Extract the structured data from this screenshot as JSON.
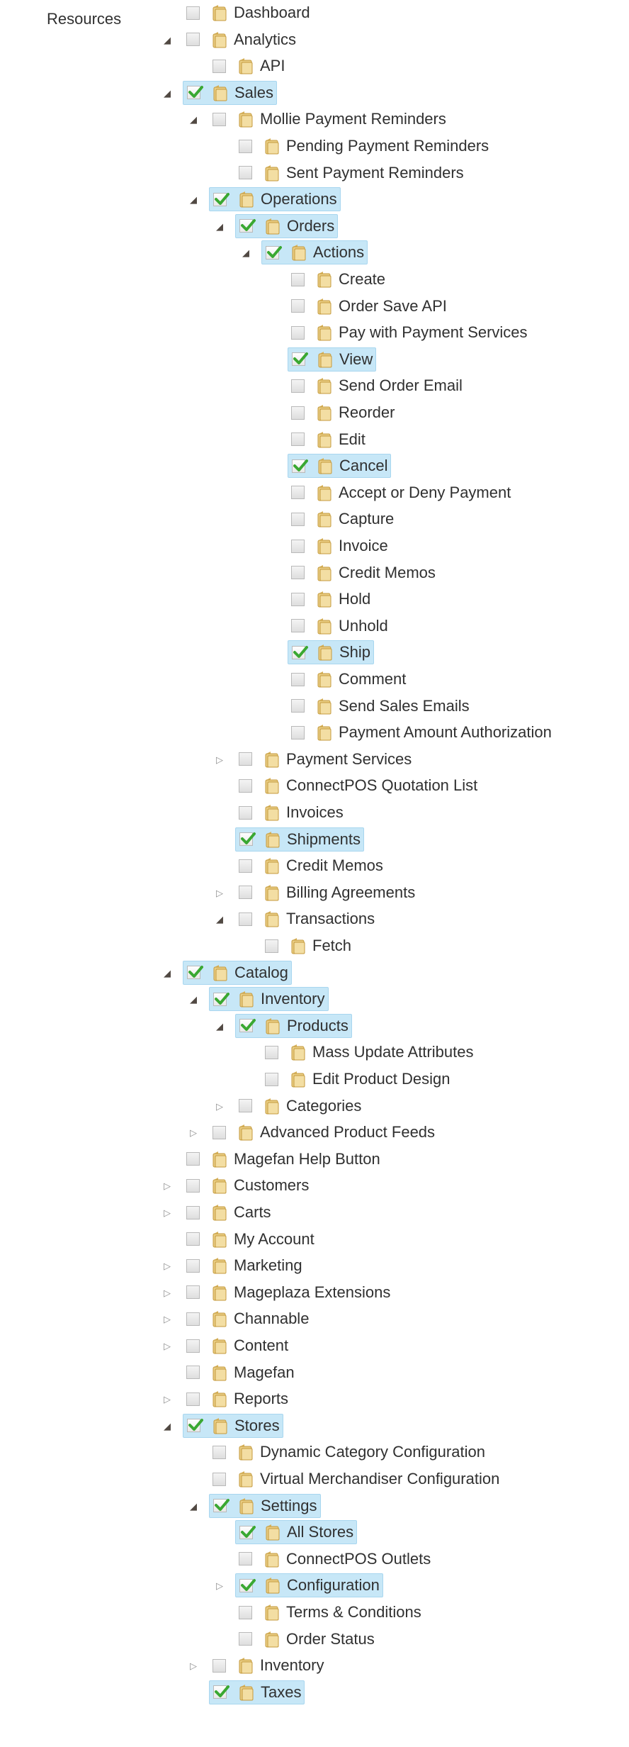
{
  "resources_label": "Resources",
  "tree": [
    {
      "label": "Dashboard",
      "depth": 0,
      "toggle": "none",
      "checked": false
    },
    {
      "label": "Analytics",
      "depth": 0,
      "toggle": "open",
      "checked": false
    },
    {
      "label": "API",
      "depth": 1,
      "toggle": "none",
      "checked": false
    },
    {
      "label": "Sales",
      "depth": 0,
      "toggle": "open",
      "checked": true
    },
    {
      "label": "Mollie Payment Reminders",
      "depth": 1,
      "toggle": "open",
      "checked": false
    },
    {
      "label": "Pending Payment Reminders",
      "depth": 2,
      "toggle": "none",
      "checked": false
    },
    {
      "label": "Sent Payment Reminders",
      "depth": 2,
      "toggle": "none",
      "checked": false
    },
    {
      "label": "Operations",
      "depth": 1,
      "toggle": "open",
      "checked": true
    },
    {
      "label": "Orders",
      "depth": 2,
      "toggle": "open",
      "checked": true
    },
    {
      "label": "Actions",
      "depth": 3,
      "toggle": "open",
      "checked": true
    },
    {
      "label": "Create",
      "depth": 4,
      "toggle": "none",
      "checked": false
    },
    {
      "label": "Order Save API",
      "depth": 4,
      "toggle": "none",
      "checked": false
    },
    {
      "label": "Pay with Payment Services",
      "depth": 4,
      "toggle": "none",
      "checked": false
    },
    {
      "label": "View",
      "depth": 4,
      "toggle": "none",
      "checked": true
    },
    {
      "label": "Send Order Email",
      "depth": 4,
      "toggle": "none",
      "checked": false
    },
    {
      "label": "Reorder",
      "depth": 4,
      "toggle": "none",
      "checked": false
    },
    {
      "label": "Edit",
      "depth": 4,
      "toggle": "none",
      "checked": false
    },
    {
      "label": "Cancel",
      "depth": 4,
      "toggle": "none",
      "checked": true
    },
    {
      "label": "Accept or Deny Payment",
      "depth": 4,
      "toggle": "none",
      "checked": false
    },
    {
      "label": "Capture",
      "depth": 4,
      "toggle": "none",
      "checked": false
    },
    {
      "label": "Invoice",
      "depth": 4,
      "toggle": "none",
      "checked": false
    },
    {
      "label": "Credit Memos",
      "depth": 4,
      "toggle": "none",
      "checked": false
    },
    {
      "label": "Hold",
      "depth": 4,
      "toggle": "none",
      "checked": false
    },
    {
      "label": "Unhold",
      "depth": 4,
      "toggle": "none",
      "checked": false
    },
    {
      "label": "Ship",
      "depth": 4,
      "toggle": "none",
      "checked": true
    },
    {
      "label": "Comment",
      "depth": 4,
      "toggle": "none",
      "checked": false
    },
    {
      "label": "Send Sales Emails",
      "depth": 4,
      "toggle": "none",
      "checked": false
    },
    {
      "label": "Payment Amount Authorization",
      "depth": 4,
      "toggle": "none",
      "checked": false
    },
    {
      "label": "Payment Services",
      "depth": 2,
      "toggle": "closed",
      "checked": false
    },
    {
      "label": "ConnectPOS Quotation List",
      "depth": 2,
      "toggle": "none",
      "checked": false
    },
    {
      "label": "Invoices",
      "depth": 2,
      "toggle": "none",
      "checked": false
    },
    {
      "label": "Shipments",
      "depth": 2,
      "toggle": "none",
      "checked": true
    },
    {
      "label": "Credit Memos",
      "depth": 2,
      "toggle": "none",
      "checked": false
    },
    {
      "label": "Billing Agreements",
      "depth": 2,
      "toggle": "closed",
      "checked": false
    },
    {
      "label": "Transactions",
      "depth": 2,
      "toggle": "open",
      "checked": false
    },
    {
      "label": "Fetch",
      "depth": 3,
      "toggle": "none",
      "checked": false
    },
    {
      "label": "Catalog",
      "depth": 0,
      "toggle": "open",
      "checked": true
    },
    {
      "label": "Inventory",
      "depth": 1,
      "toggle": "open",
      "checked": true
    },
    {
      "label": "Products",
      "depth": 2,
      "toggle": "open",
      "checked": true
    },
    {
      "label": "Mass Update Attributes",
      "depth": 3,
      "toggle": "none",
      "checked": false
    },
    {
      "label": "Edit Product Design",
      "depth": 3,
      "toggle": "none",
      "checked": false
    },
    {
      "label": "Categories",
      "depth": 2,
      "toggle": "closed",
      "checked": false
    },
    {
      "label": "Advanced Product Feeds",
      "depth": 1,
      "toggle": "closed",
      "checked": false
    },
    {
      "label": "Magefan Help Button",
      "depth": 0,
      "toggle": "none",
      "checked": false
    },
    {
      "label": "Customers",
      "depth": 0,
      "toggle": "closed",
      "checked": false
    },
    {
      "label": "Carts",
      "depth": 0,
      "toggle": "closed",
      "checked": false
    },
    {
      "label": "My Account",
      "depth": 0,
      "toggle": "none",
      "checked": false
    },
    {
      "label": "Marketing",
      "depth": 0,
      "toggle": "closed",
      "checked": false
    },
    {
      "label": "Mageplaza Extensions",
      "depth": 0,
      "toggle": "closed",
      "checked": false
    },
    {
      "label": "Channable",
      "depth": 0,
      "toggle": "closed",
      "checked": false
    },
    {
      "label": "Content",
      "depth": 0,
      "toggle": "closed",
      "checked": false
    },
    {
      "label": "Magefan",
      "depth": 0,
      "toggle": "none",
      "checked": false
    },
    {
      "label": "Reports",
      "depth": 0,
      "toggle": "closed",
      "checked": false
    },
    {
      "label": "Stores",
      "depth": 0,
      "toggle": "open",
      "checked": true
    },
    {
      "label": "Dynamic Category Configuration",
      "depth": 1,
      "toggle": "none",
      "checked": false
    },
    {
      "label": "Virtual Merchandiser Configuration",
      "depth": 1,
      "toggle": "none",
      "checked": false
    },
    {
      "label": "Settings",
      "depth": 1,
      "toggle": "open",
      "checked": true
    },
    {
      "label": "All Stores",
      "depth": 2,
      "toggle": "none",
      "checked": true
    },
    {
      "label": "ConnectPOS Outlets",
      "depth": 2,
      "toggle": "none",
      "checked": false
    },
    {
      "label": "Configuration",
      "depth": 2,
      "toggle": "closed",
      "checked": true
    },
    {
      "label": "Terms & Conditions",
      "depth": 2,
      "toggle": "none",
      "checked": false
    },
    {
      "label": "Order Status",
      "depth": 2,
      "toggle": "none",
      "checked": false
    },
    {
      "label": "Inventory",
      "depth": 1,
      "toggle": "closed",
      "checked": false
    },
    {
      "label": "Taxes",
      "depth": 1,
      "toggle": "none",
      "checked": true
    }
  ],
  "icons": {
    "checkbox_checked": "check-icon",
    "checkbox_unchecked": "empty-checkbox",
    "folder": "folder-icon",
    "expanded": "triangle-down-icon",
    "collapsed": "triangle-right-icon"
  },
  "colors": {
    "selected_bg": "#c7e7f7",
    "check_green": "#3aa832",
    "folder_fill": "#e9cc82"
  }
}
